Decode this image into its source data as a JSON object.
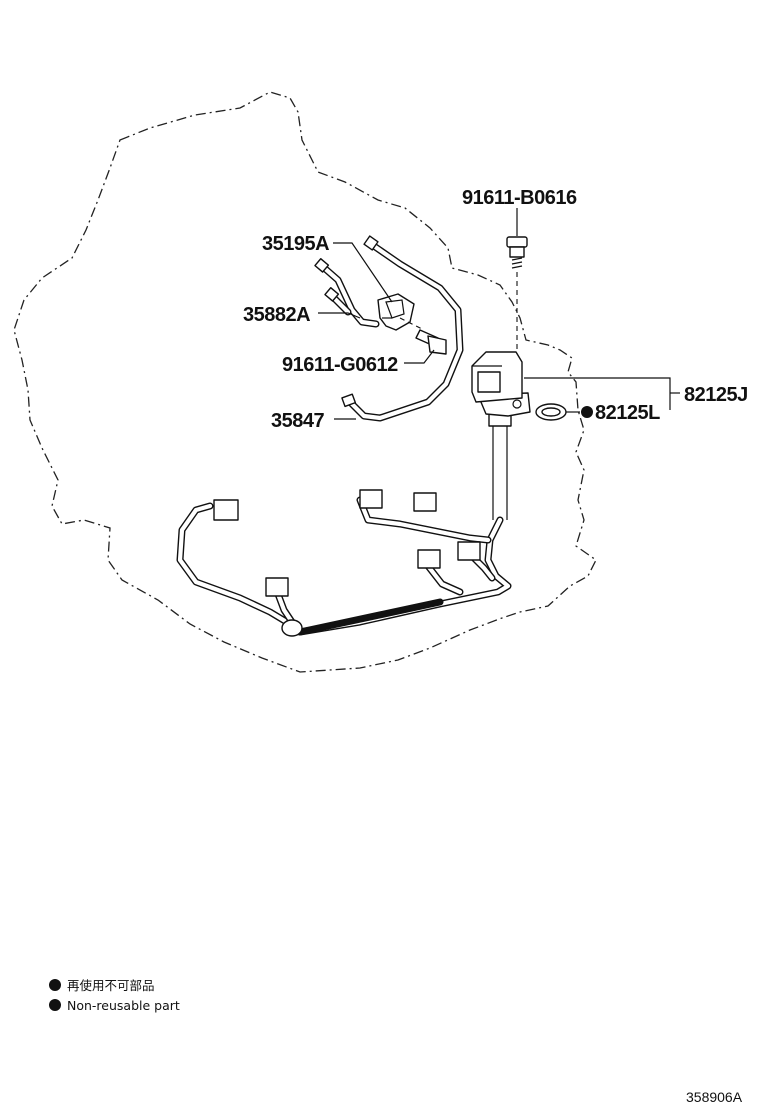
{
  "parts": {
    "bolt_upper": "91611-B0616",
    "clamp": "35195A",
    "pipe_short": "35882A",
    "bolt_clamp": "91611-G0612",
    "pipe_long": "35847",
    "sensor_assy": "82125J",
    "o_ring": "82125L"
  },
  "legend": {
    "japanese": "再使用不可部品",
    "english": "Non-reusable part"
  },
  "figure_code": "358906A"
}
